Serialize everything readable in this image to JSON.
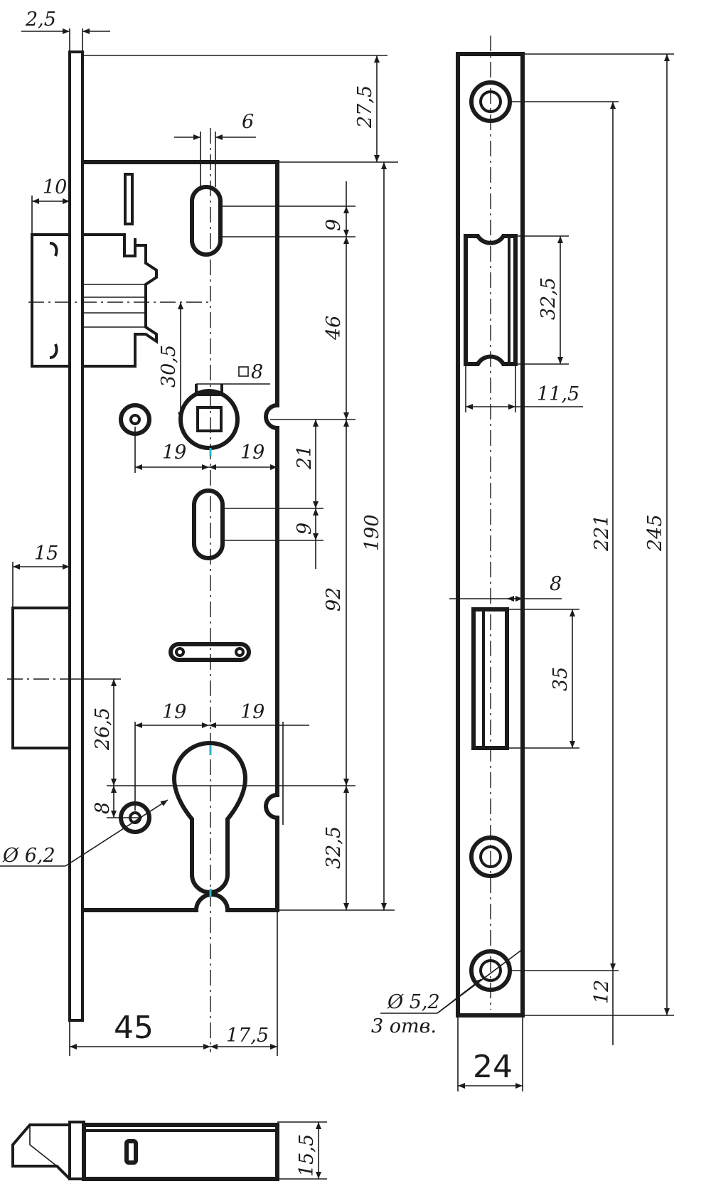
{
  "mortise": {
    "dims": {
      "faceplate_thickness": "2,5",
      "top_offset": "27,5",
      "slot_width": "6",
      "latch_projection": "10",
      "slot_height_top": "9",
      "latch_to_follower": "46",
      "follower_offset": "30,5",
      "follower_square": "8",
      "follower_left": "19",
      "follower_right": "19",
      "follower_to_slot": "21",
      "slot_height_mid": "9",
      "case_height": "190",
      "bolt_projection": "15",
      "follower_to_cylinder": "92",
      "bolt_to_cylinder": "26,5",
      "cylinder_left": "19",
      "cylinder_right": "19",
      "screw_offset": "8",
      "screw_diameter": "Ø 6,2",
      "cylinder_to_bottom": "32,5",
      "backset": "45",
      "cylinder_to_edge": "17,5"
    }
  },
  "faceplate": {
    "dims": {
      "latch_opening": "32,5",
      "latch_opening_width": "11,5",
      "bolt_opening_offset": "8",
      "bolt_opening": "35",
      "hole_spacing": "221",
      "overall_length": "245",
      "bottom_hole": "12",
      "hole_diameter": "Ø 5,2",
      "hole_count": "3 отв.",
      "width": "24"
    }
  },
  "bottom_view": {
    "dims": {
      "depth": "15,5"
    }
  }
}
